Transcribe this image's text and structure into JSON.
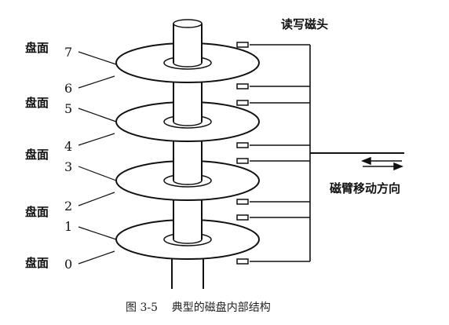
{
  "labels": {
    "read_write_heads": "读写磁头",
    "arm_direction": "磁臂移动方向",
    "surface_label": "盘面"
  },
  "surfaces": [
    "0",
    "1",
    "2",
    "3",
    "4",
    "5",
    "6",
    "7"
  ],
  "caption": "图 3-5    典型的磁盘内部结构"
}
